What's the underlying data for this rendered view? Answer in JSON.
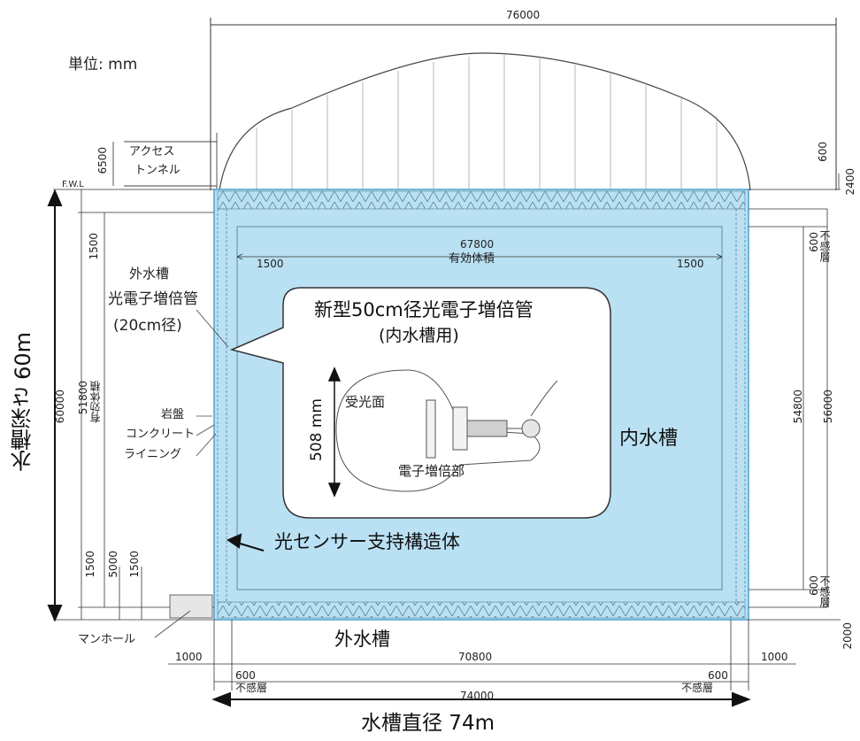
{
  "title_unit": "単位: mm",
  "dims": {
    "top_width": "76000",
    "dome_600": "600",
    "dome_2400": "2400",
    "access_height": "6500",
    "fwl": "F.W.L",
    "left_1500_top": "1500",
    "left_60000": "60000",
    "left_51800": "51800",
    "left_eff_volume": "有効体積",
    "inner_width": "67800",
    "inner_eff_volume": "有効体積",
    "inner_left_1500": "1500",
    "inner_right_1500": "1500",
    "right_600_top": "600",
    "right_insens_top": "不感層",
    "right_54800": "54800",
    "right_56000": "56000",
    "right_600_bottom": "600",
    "right_insens_bottom": "不感層",
    "right_2000": "2000",
    "bottom_1500a": "1500",
    "bottom_5000": "5000",
    "bottom_1500b": "1500",
    "bottom_1000_left": "1000",
    "bottom_70800": "70800",
    "bottom_1000_right": "1000",
    "bottom_600_left": "600",
    "bottom_insens_left": "不感層",
    "bottom_600_right": "600",
    "bottom_insens_right": "不感層",
    "bottom_74000": "74000"
  },
  "labels": {
    "access_tunnel_1": "アクセス",
    "access_tunnel_2": "トンネル",
    "outer_pmt_1": "外水槽",
    "outer_pmt_2": "光電子増倍管",
    "outer_pmt_3": "(20cm径)",
    "rock": "岩盤",
    "concrete": "コンクリート",
    "lining": "ライニング",
    "manhole": "マンホール",
    "inner_tank": "内水槽",
    "outer_tank": "外水槽",
    "support_structure": "光センサー支持構造体",
    "depth": "水槽深さ 60m",
    "diameter": "水槽直径 74m"
  },
  "callout": {
    "title_1": "新型50cm径光電子増倍管",
    "title_2": "(内水槽用)",
    "height": "508 mm",
    "photocathode": "受光面",
    "dynode": "電子増倍部"
  },
  "colors": {
    "water": "#b9e1f3",
    "water_edge": "#4aa3d0",
    "line": "#333333"
  }
}
